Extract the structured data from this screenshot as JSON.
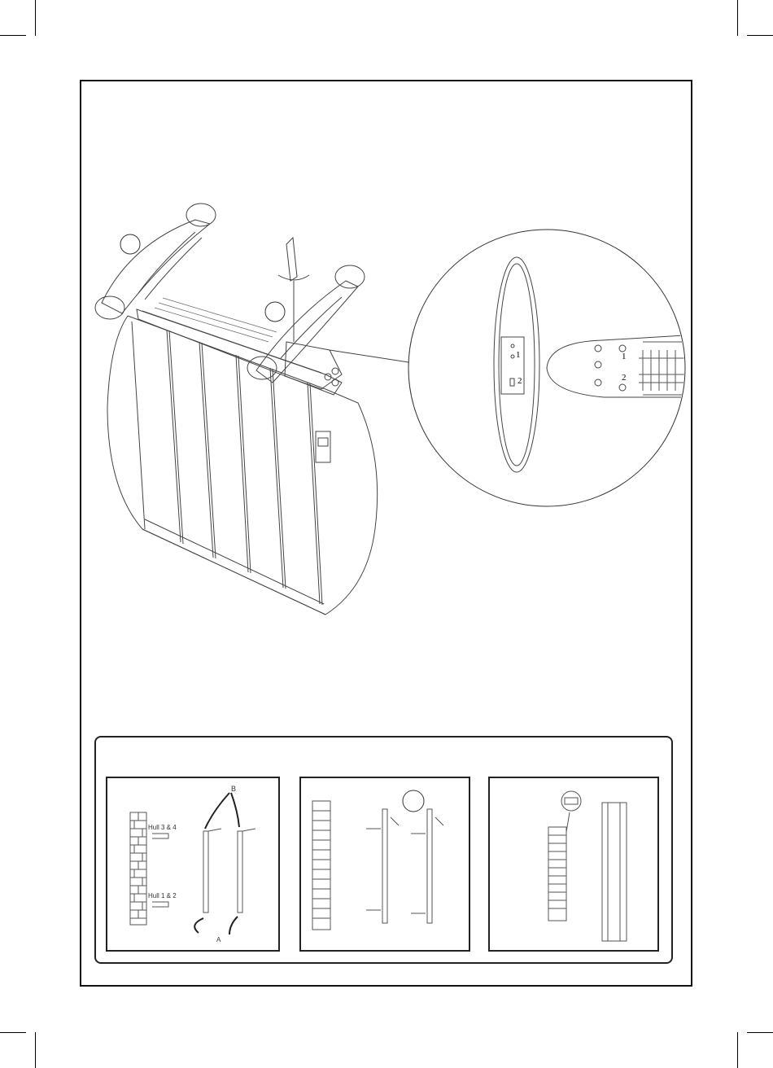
{
  "detail_view": {
    "switch_positions": [
      "1",
      "2"
    ],
    "terminal_labels": [
      "1",
      "2"
    ]
  },
  "steps": [
    {
      "labels": {
        "upper_hole": "Hull 3 & 4",
        "lower_hole": "Hull 1 & 2",
        "arrow_top": "B",
        "arrow_bottom": "A"
      }
    },
    {
      "labels": {}
    },
    {
      "labels": {}
    }
  ]
}
